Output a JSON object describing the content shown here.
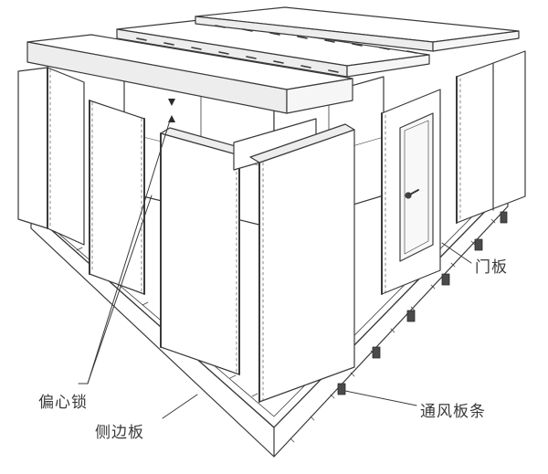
{
  "diagram": {
    "labels": {
      "door_panel": "门板",
      "eccentric_lock": "偏心锁",
      "side_panel": "侧边板",
      "ventilation_strip": "通风板条"
    },
    "colors": {
      "line": "#3a3a3a",
      "panel_fill": "#ffffff",
      "shade_fill": "#ededed",
      "dark_fill": "#4a4a4a"
    }
  }
}
